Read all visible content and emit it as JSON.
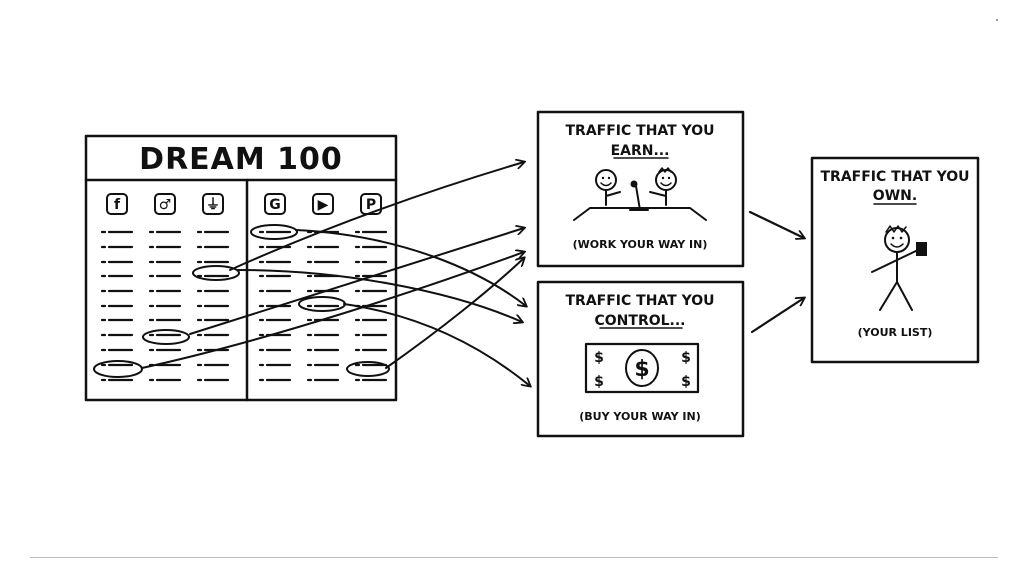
{
  "dream100": {
    "title": "DREAM 100",
    "left_icons": [
      {
        "name": "facebook-icon",
        "glyph": "f"
      },
      {
        "name": "instagram-icon",
        "glyph": "♂"
      },
      {
        "name": "podcast-icon",
        "glyph": "⏚"
      }
    ],
    "right_icons": [
      {
        "name": "google-icon",
        "glyph": "G"
      },
      {
        "name": "youtube-icon",
        "glyph": "▶"
      },
      {
        "name": "pinterest-icon",
        "glyph": "P"
      }
    ]
  },
  "earn": {
    "title_line1": "TRAFFIC THAT YOU",
    "title_line2": "EARN...",
    "caption": "(WORK YOUR WAY IN)"
  },
  "control": {
    "title_line1": "TRAFFIC THAT YOU",
    "title_line2": "CONTROL...",
    "caption": "(BUY YOUR WAY IN)",
    "money_symbol": "$"
  },
  "own": {
    "title_line1": "TRAFFIC THAT YOU",
    "title_line2": "OWN.",
    "caption": "(YOUR LIST)"
  },
  "colors": {
    "ink": "#111111",
    "background": "#ffffff",
    "divider": "#bdbdbd"
  }
}
